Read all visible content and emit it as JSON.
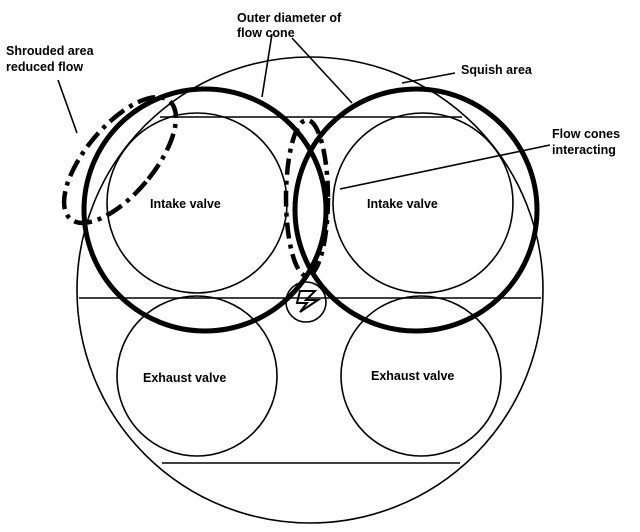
{
  "labels": {
    "outer_diameter_line1": "Outer diameter of",
    "outer_diameter_line2": "flow cone",
    "shrouded_line1": "Shrouded area",
    "shrouded_line2": "reduced flow",
    "squish_area": "Squish area",
    "flow_cones_line1": "Flow cones",
    "flow_cones_line2": "interacting",
    "intake_left": "Intake valve",
    "intake_right": "Intake valve",
    "exhaust_left": "Exhaust valve",
    "exhaust_right": "Exhaust valve"
  },
  "colors": {
    "line": "#000000",
    "background": "#ffffff"
  }
}
